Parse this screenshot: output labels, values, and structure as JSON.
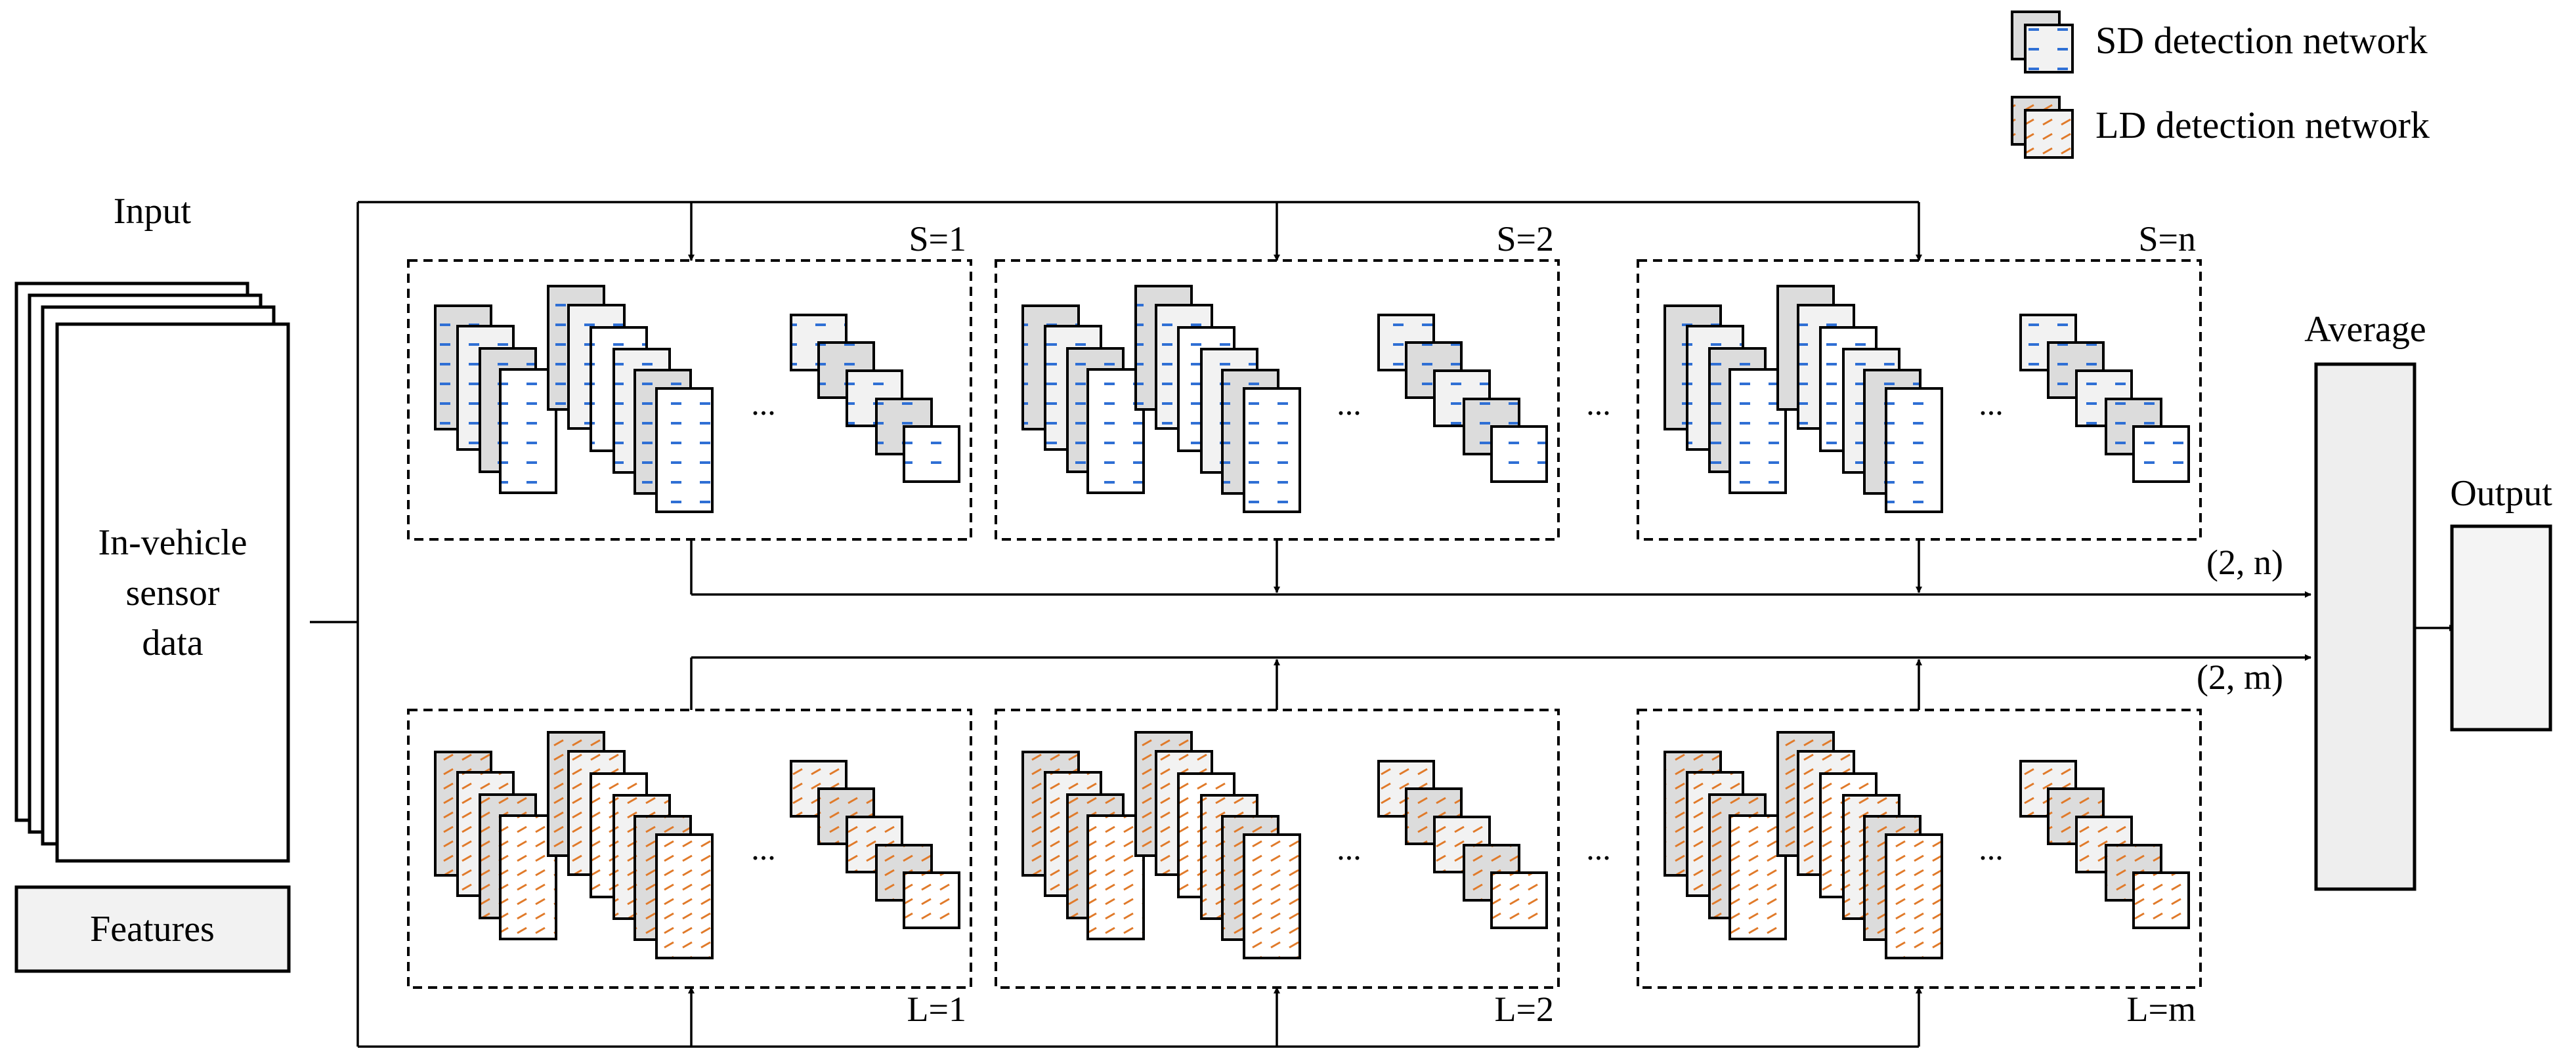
{
  "legend": {
    "sd_label": "SD detection network",
    "ld_label": "LD detection network"
  },
  "input": {
    "title": "Input",
    "data_lines": [
      "In-vehicle",
      "sensor",
      "data"
    ],
    "features_label": "Features"
  },
  "sd_blocks": [
    {
      "label": "S=1"
    },
    {
      "label": "S=2"
    },
    {
      "label": "S=n"
    }
  ],
  "ld_blocks": [
    {
      "label": "L=1"
    },
    {
      "label": "L=2"
    },
    {
      "label": "L=m"
    }
  ],
  "ellipsis": "...",
  "dims": {
    "sd": "(2, n)",
    "ld": "(2, m)"
  },
  "average_label": "Average",
  "output_label": "Output",
  "colors": {
    "sd_dash": "#2f6fd4",
    "ld_dash": "#e07a2a",
    "card_light": "#f2f2f2",
    "card_mid": "#dcdcdc",
    "box_fill": "#eeeeee"
  }
}
